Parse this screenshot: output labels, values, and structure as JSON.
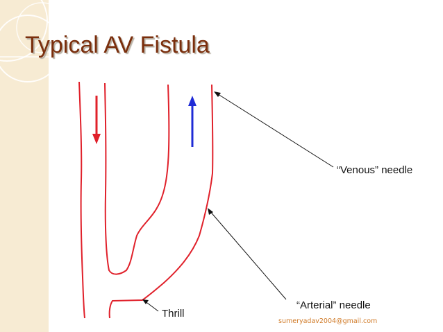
{
  "slide": {
    "title": "Typical AV Fistula",
    "email": "sumeryadav2004@gmail.com"
  },
  "diagram": {
    "labels": {
      "venous_needle": "“Venous” needle",
      "arterial_needle": "“Arterial” needle",
      "thrill": "Thrill"
    },
    "colors": {
      "vessel": "#e0202a",
      "arterial_flow_arrow": "#e0202a",
      "venous_flow_arrow": "#1f2bd6",
      "pointer": "#111111",
      "title": "#7a2e0c",
      "left_band": "#f7ebd3"
    },
    "flow_arrows": [
      {
        "name": "arterial-flow-arrow",
        "direction": "down",
        "color": "#e0202a"
      },
      {
        "name": "venous-flow-arrow",
        "direction": "up",
        "color": "#1f2bd6"
      }
    ]
  }
}
